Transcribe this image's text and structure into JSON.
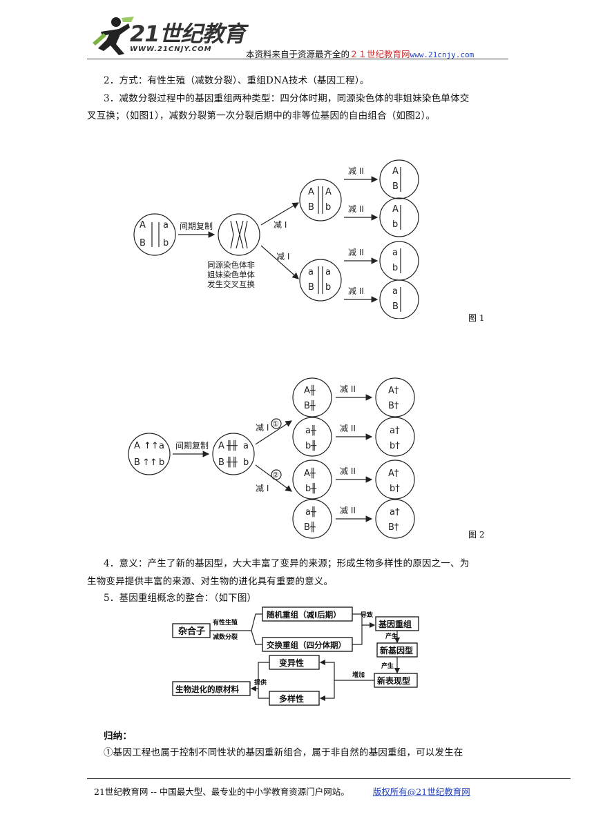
{
  "header": {
    "logo_text": "21世纪教育",
    "logo_url": "WWW.21CNJY.COM",
    "note_pre": "本资料来自于资源最齐全的",
    "note_brand": "２１世纪教育网",
    "note_url": "www.21cnjy.com"
  },
  "body": {
    "p2": "2．方式：有性生殖（减数分裂）、重组DNA技术（基因工程）。",
    "p3a": "3．减数分裂过程中的基因重组两种类型：四分体时期，同源染色体的非姐妹染色单体交",
    "p3b": "叉互换；（如图1），减数分裂第一次分裂后期中的非等位基因的自由组合（如图2）。",
    "p4a": "4．意义：产生了新的基因型，大大丰富了变异的来源；形成生物多样性的原因之一、为",
    "p4b": "生物变异提供丰富的来源、对生物的进化具有重要的意义。",
    "p5": "5．基因重组概念的整合：（如下图）",
    "summary_title": "归纳：",
    "summary1": "①基因工程也属于控制不同性状的基因重新组合，属于非自然的基因重组，可以发生在"
  },
  "fig1": {
    "caption": "图 1",
    "step_interphase": "间期复制",
    "meiosis1": "减 I",
    "meiosis2": "减 II",
    "crossover_note_1": "同源染色体非",
    "crossover_note_2": "姐妹染色单体",
    "crossover_note_3": "发生交叉互换",
    "gene_A": "A",
    "gene_a": "a",
    "gene_B": "B",
    "gene_b": "b"
  },
  "fig2": {
    "caption": "图 2",
    "step_interphase": "间期复制",
    "meiosis1": "减 I",
    "meiosis2": "减 II",
    "path1": "①",
    "path2": "②"
  },
  "concept_map": {
    "heterozygote": "杂合子",
    "sexual_repro": "有性生殖",
    "meiosis": "减数分裂",
    "random_recomb": "随机重组（减Ⅰ后期）",
    "crossover_recomb": "交换重组（四分体期）",
    "leads_to": "导致",
    "gene_recomb": "基因重组",
    "produce1": "产生",
    "new_genotype": "新基因型",
    "produce2": "产生",
    "new_phenotype": "新表现型",
    "increase": "增加",
    "variability": "变异性",
    "diversity": "多样性",
    "provide": "提供",
    "evolution_material": "生物进化的原材料"
  },
  "footer": {
    "text": "21世纪教育网 -- 中国最大型、最专业的中小学教育资源门户网站。",
    "copyright": "版权所有@21世纪教育网"
  }
}
